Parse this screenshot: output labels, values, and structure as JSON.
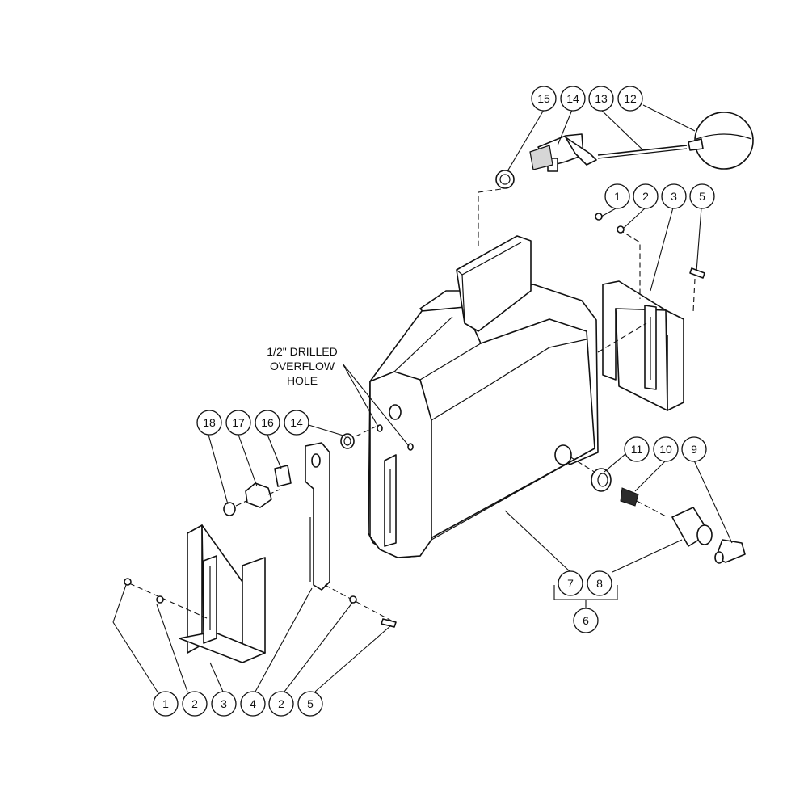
{
  "callouts": {
    "top_15": "15",
    "top_14": "14",
    "top_13": "13",
    "top_12": "12",
    "right_1": "1",
    "right_2": "2",
    "right_3": "3",
    "right_5": "5",
    "mid_18": "18",
    "mid_17": "17",
    "mid_16": "16",
    "mid_14": "14",
    "mid_11": "11",
    "mid_10": "10",
    "mid_9": "9",
    "asm_7": "7",
    "asm_8": "8",
    "asm_6": "6",
    "bot_1": "1",
    "bot_2a": "2",
    "bot_3": "3",
    "bot_4": "4",
    "bot_2b": "2",
    "bot_5": "5"
  },
  "note": {
    "line1": "1/2\" DRILLED",
    "line2": "OVERFLOW",
    "line3": "HOLE"
  }
}
